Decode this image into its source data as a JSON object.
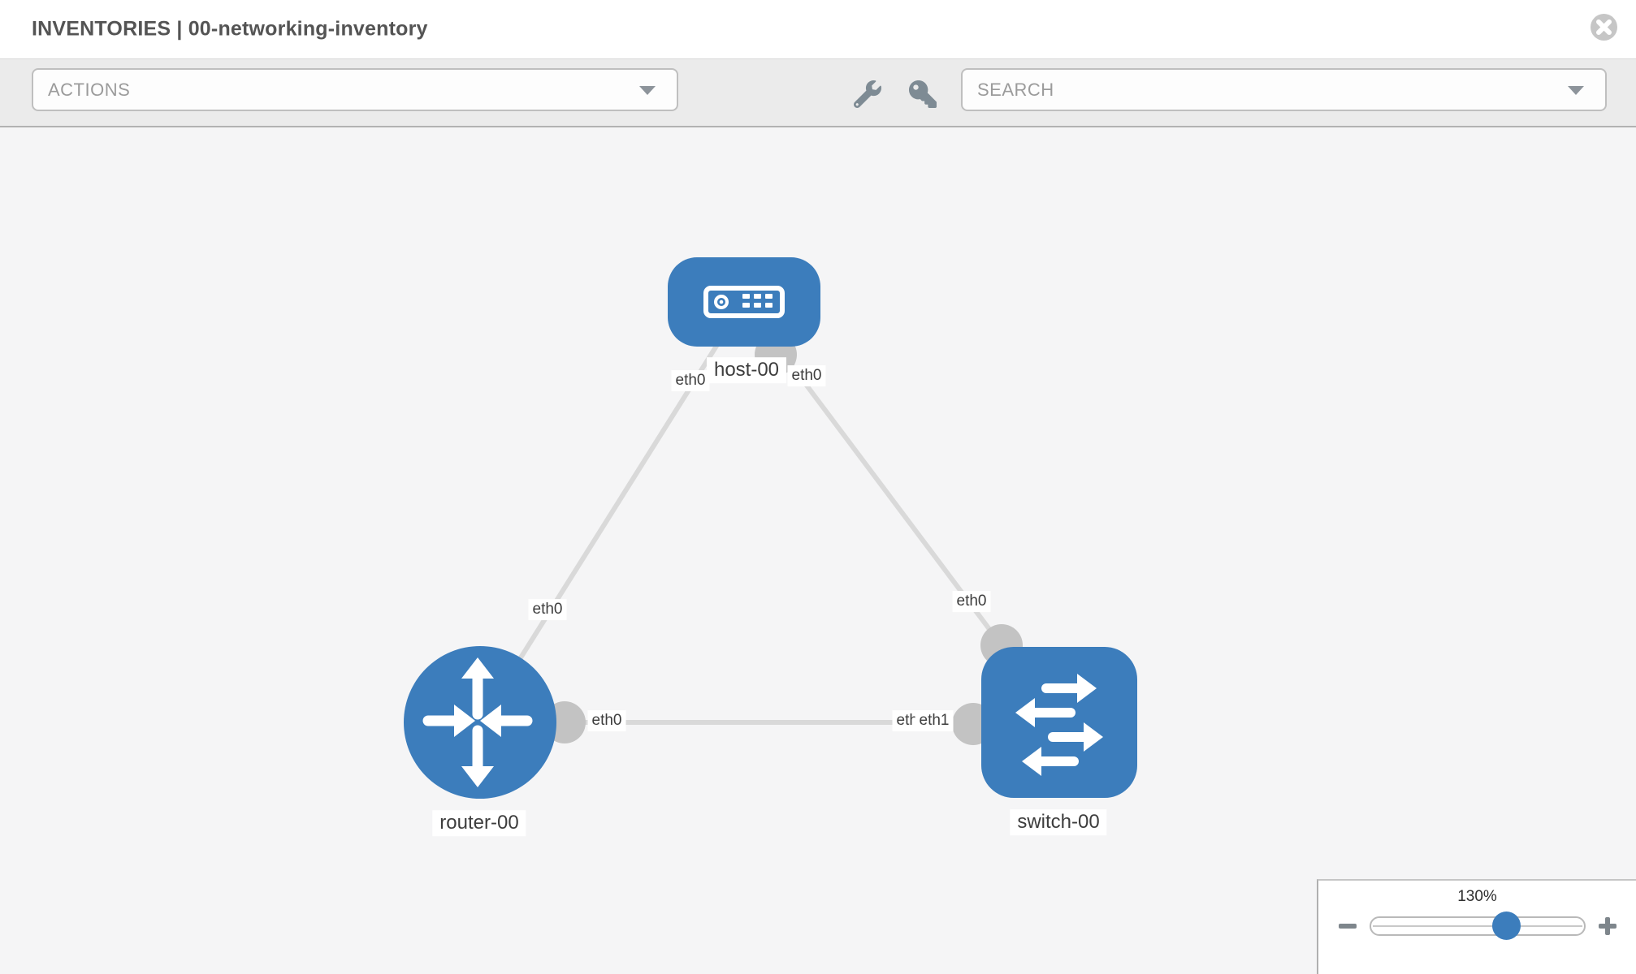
{
  "header": {
    "title": "INVENTORIES | 00-networking-inventory",
    "close_icon": "x-circle"
  },
  "toolbar": {
    "actions_placeholder": "ACTIONS",
    "search_placeholder": "SEARCH",
    "wrench_icon": "wrench",
    "key_icon": "key"
  },
  "topology": {
    "nodes": [
      {
        "label": "host-00",
        "type": "host",
        "icon": "server-icon"
      },
      {
        "label": "router-00",
        "type": "router",
        "icon": "router-arrows-icon"
      },
      {
        "label": "switch-00",
        "type": "switch",
        "icon": "switch-arrows-icon"
      }
    ],
    "interfaces": {
      "host_left": "eth0",
      "host_right": "eth0",
      "router_top": "eth0",
      "router_right": "eth0",
      "switch_top": "eth0",
      "switch_left_back": "eth0",
      "switch_left_front": "eth1"
    },
    "links": [
      {
        "from": "host-00",
        "from_if": "eth0",
        "to": "router-00",
        "to_if": "eth0"
      },
      {
        "from": "host-00",
        "from_if": "eth0",
        "to": "switch-00",
        "to_if": "eth0"
      },
      {
        "from": "router-00",
        "from_if": "eth0",
        "to": "switch-00",
        "to_if": "eth1"
      }
    ]
  },
  "zoom_control": {
    "level": "130%"
  },
  "colors": {
    "node_blue": "#3c7dbc",
    "link_gray": "#d9d9d9",
    "port_gray": "#c3c3c3",
    "toolbar_gray": "#ebebeb",
    "canvas_gray": "#f5f5f6",
    "slider_knob_blue": "#3c7dbc"
  }
}
